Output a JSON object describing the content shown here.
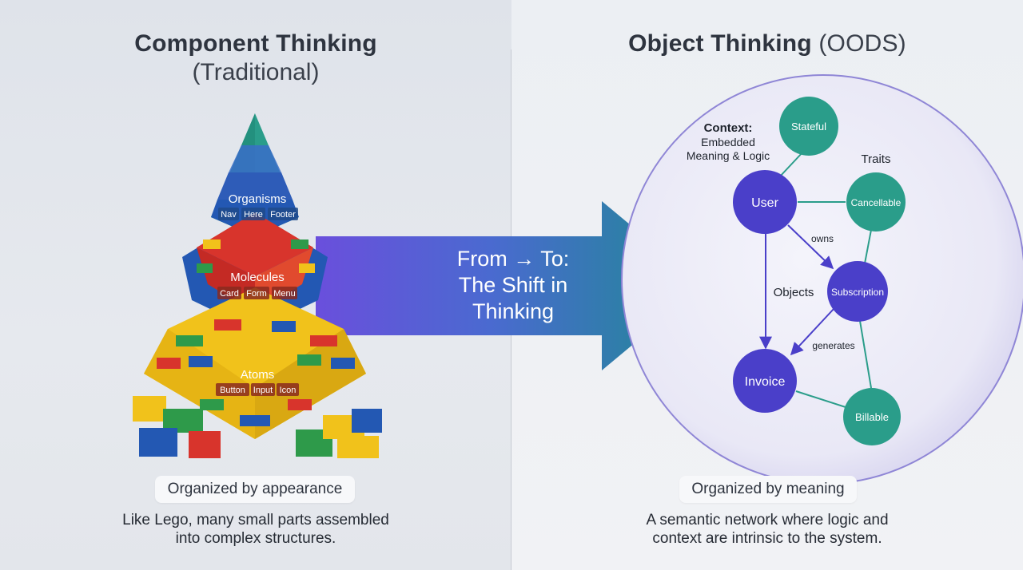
{
  "left": {
    "title": "Component Thinking",
    "subtitle": "(Traditional)",
    "levels": [
      {
        "label": "Organisms",
        "items": [
          "Nav",
          "Here",
          "Footer"
        ]
      },
      {
        "label": "Molecules",
        "items": [
          "Card",
          "Form",
          "Menu"
        ]
      },
      {
        "label": "Atoms",
        "items": [
          "Button",
          "Input",
          "Icon"
        ]
      }
    ],
    "pill": "Organized by appearance",
    "caption_line1": "Like Lego, many small parts assembled",
    "caption_line2": "into complex structures."
  },
  "arrow": {
    "line1": "From → To:",
    "line2": "The Shift in",
    "line3": "Thinking"
  },
  "right": {
    "title": "Object Thinking",
    "title_suffix": "(OODS)",
    "context_heading": "Context:",
    "context_line1": "Embedded",
    "context_line2": "Meaning & Logic",
    "traits_label": "Traits",
    "objects_label": "Objects",
    "nodes": {
      "user": "User",
      "subscription": "Subscription",
      "invoice": "Invoice",
      "stateful": "Stateful",
      "cancellable": "Cancellable",
      "billable": "Billable"
    },
    "edges": {
      "owns": "owns",
      "generates": "generates"
    },
    "pill": "Organized by meaning",
    "caption_line1": "A semantic network where logic and",
    "caption_line2": "context are intrinsic to the system."
  },
  "colors": {
    "object_node": "#4a3fc9",
    "trait_node": "#2a9d8a",
    "lego_red": "#d8342c",
    "lego_blue": "#2258b8",
    "lego_yellow": "#f1c21b",
    "lego_green": "#2e9a4a",
    "pyramid_teal": "#269a86"
  }
}
